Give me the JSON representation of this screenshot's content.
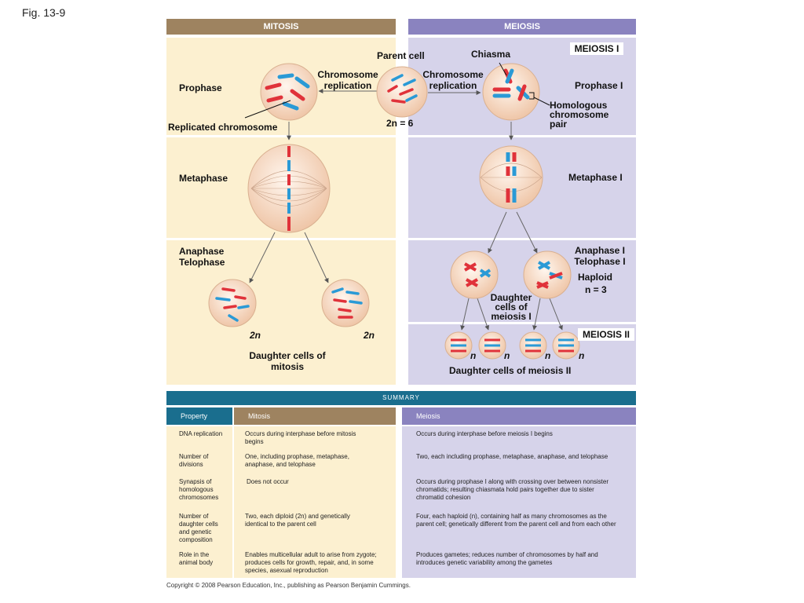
{
  "figure_label": "Fig. 13-9",
  "headers": {
    "mitosis": "MITOSIS",
    "meiosis": "MEIOSIS"
  },
  "labels": {
    "parent_cell": "Parent cell",
    "chiasma": "Chiasma",
    "meiosis_i": "MEIOSIS I",
    "meiosis_ii": "MEIOSIS II",
    "prophase": "Prophase",
    "chrom_rep_left": "Chromosome replication",
    "chrom_rep_right": "Chromosome replication",
    "prophase_i": "Prophase I",
    "homologous_pair": "Homologous chromosome pair",
    "replicated_chromosome": "Replicated chromosome",
    "two_n_six": "2n = 6",
    "metaphase": "Metaphase",
    "metaphase_i": "Metaphase I",
    "anaphase_telophase": "Anaphase Telophase",
    "anaphase_i_telophase_i": "Anaphase I Telophase I",
    "haploid": "Haploid",
    "n_three": "n = 3",
    "daughter_meiosis_i": "Daughter cells of meiosis I",
    "two_n_left": "2n",
    "two_n_right": "2n",
    "daughter_mitosis": "Daughter cells of mitosis",
    "n1": "n",
    "n2": "n",
    "n3": "n",
    "n4": "n",
    "daughter_meiosis_ii": "Daughter cells of meiosis II"
  },
  "summary": {
    "title": "SUMMARY",
    "columns": [
      "Property",
      "Mitosis",
      "Meiosis"
    ],
    "rows": [
      {
        "property": "DNA replication",
        "mitosis": "Occurs during interphase before mitosis begins",
        "meiosis": "Occurs during interphase before meiosis I begins"
      },
      {
        "property": "Number of divisions",
        "mitosis": "One, including prophase, metaphase, anaphase, and telophase",
        "meiosis": "Two, each including prophase, metaphase, anaphase, and telophase"
      },
      {
        "property": "Synapsis of homologous chromosomes",
        "mitosis": "Does not occur",
        "meiosis": "Occurs during prophase I along with crossing over between nonsister chromatids; resulting chiasmata hold pairs together due to sister chromatid cohesion"
      },
      {
        "property": "Number of daughter cells and genetic composition",
        "mitosis": "Two, each diploid (2n) and genetically identical to the parent cell",
        "meiosis": "Four, each haploid (n), containing half as many chromosomes as the parent cell; genetically different from the parent cell and from each other"
      },
      {
        "property": "Role in the animal body",
        "mitosis": "Enables multicellular adult to arise from zygote; produces cells for growth, repair, and, in some species, asexual reproduction",
        "meiosis": "Produces gametes; reduces number of chromosomes by half and introduces genetic variability among the gametes"
      }
    ]
  },
  "copyright": "Copyright © 2008 Pearson Education, Inc., publishing as Pearson Benjamin Cummings.",
  "colors": {
    "mitosis_header": "#9e8360",
    "meiosis_header": "#8a83bf",
    "mitosis_bg": "#fcf0d0",
    "meiosis_bg": "#d6d3ea",
    "summary_header": "#1a6e8e",
    "chromosome_red": "#e0323a",
    "chromosome_blue": "#2a9ad6",
    "cell_fill": "#f4d3b8"
  }
}
